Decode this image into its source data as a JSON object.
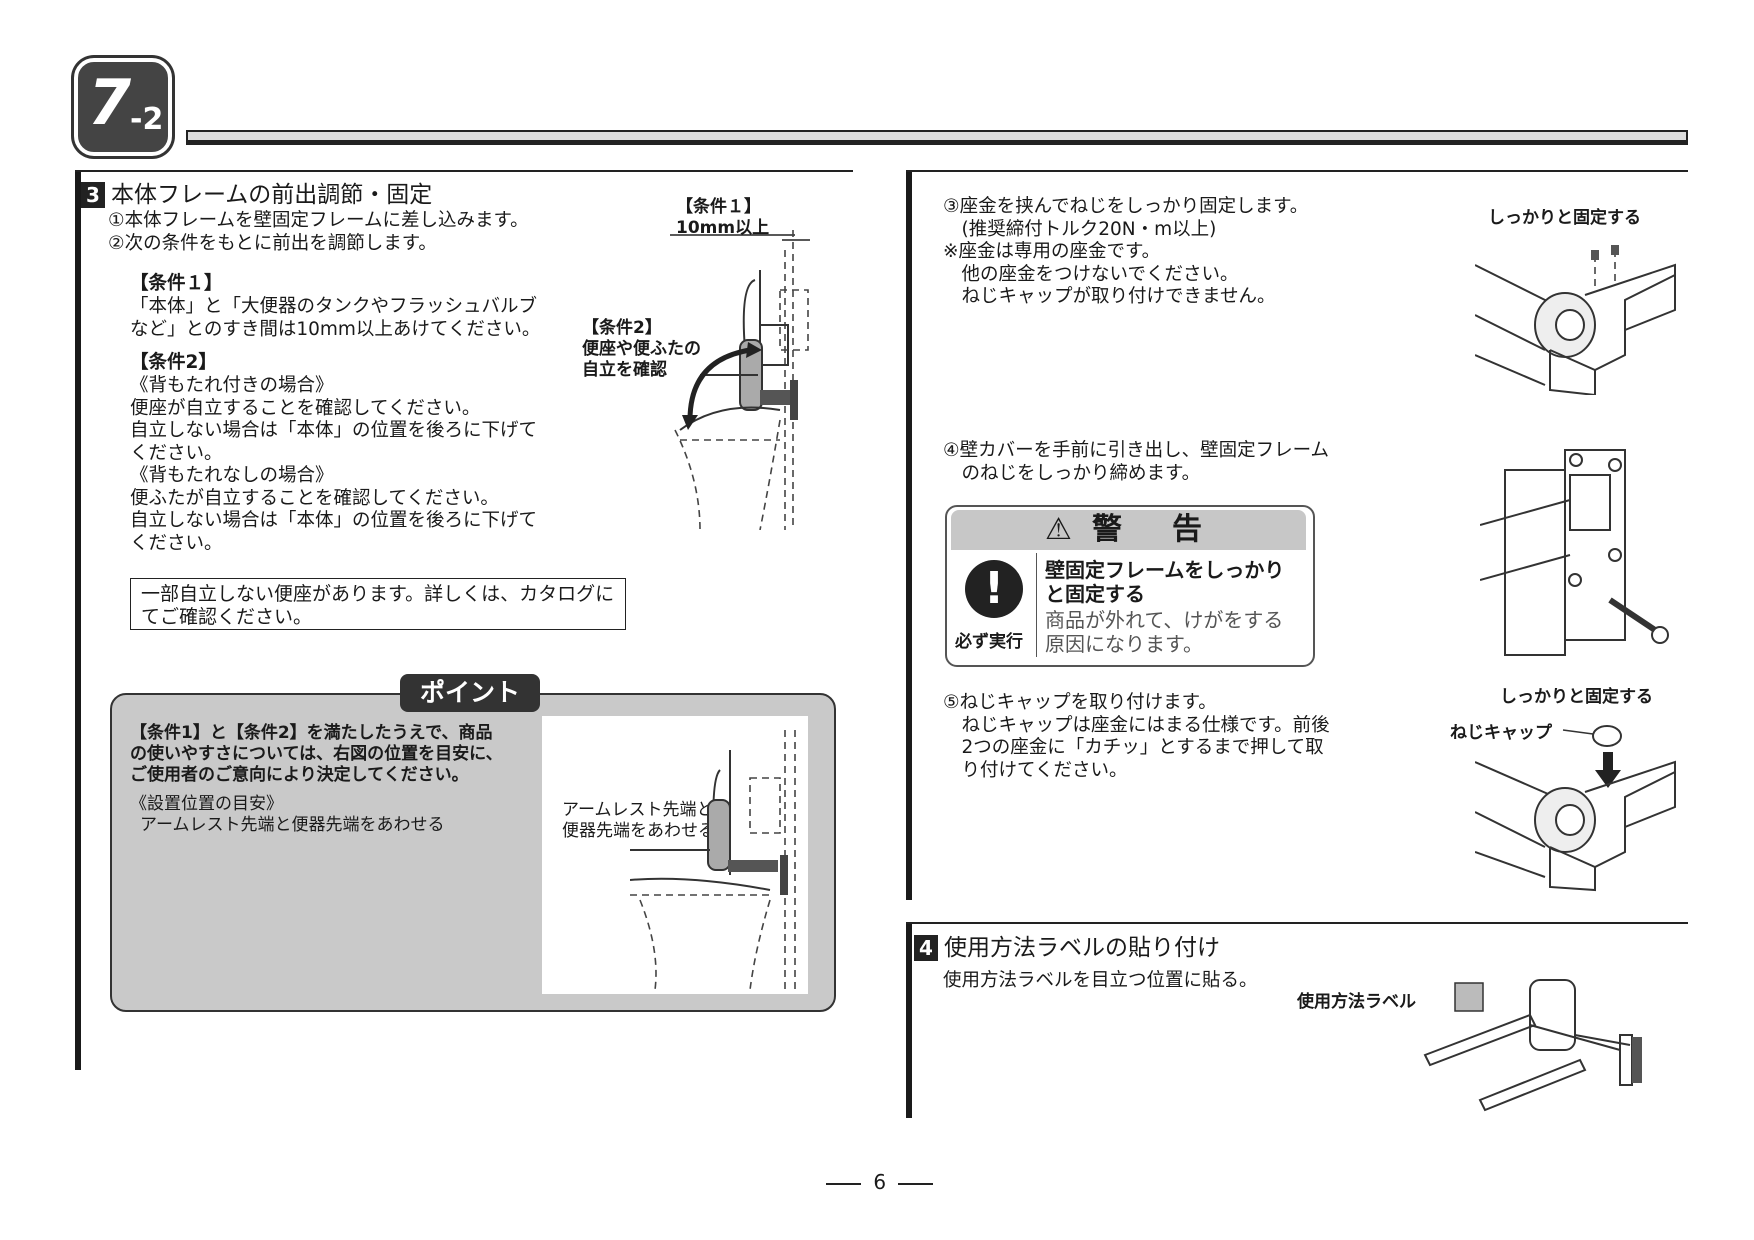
{
  "header": {
    "badge_num": "7",
    "badge_sub": "-2"
  },
  "sec3": {
    "num": "3",
    "title": "本体フレームの前出調節・固定",
    "steps": "①本体フレームを壁固定フレームに差し込みます。\n②次の条件をもとに前出を調節します。",
    "cond1_title": "【条件１】",
    "cond1_text": "「本体」と「大便器のタンクやフラッシュバルブ\nなど」とのすき間は10mm以上あけてください。",
    "cond2_title": "【条件2】",
    "cond2_text": "《背もたれ付きの場合》\n便座が自立することを確認してください。\n自立しない場合は「本体」の位置を後ろに下げて\nください。\n《背もたれなしの場合》\n便ふたが自立することを確認してください。\n自立しない場合は「本体」の位置を後ろに下げて\nください。",
    "note": "一部自立しない便座があります。詳しくは、カタログに\nてご確認ください。",
    "fig_label1": "【条件１】\n10mm以上",
    "fig_label2": "【条件2】\n便座や便ふたの\n自立を確認"
  },
  "point": {
    "tag": "ポイント",
    "text": "【条件1】と【条件2】を満たしたうえで、商品\nの使いやすさについては、右図の位置を目安に、\nご使用者のご意向により決定してください。",
    "guide_title": "《設置位置の目安》",
    "guide_text": "アームレスト先端と便器先端をあわせる",
    "fig_label": "アームレスト先端と\n便器先端をあわせる"
  },
  "step3": {
    "text": "③座金を挟んでねじをしっかり固定します。\n　(推奨締付トルク20N・m以上)\n※座金は専用の座金です。\n　他の座金をつけないでください。\n　ねじキャップが取り付けできません。",
    "fig_label": "しっかりと固定する"
  },
  "step4": {
    "text": "④壁カバーを手前に引き出し、壁固定フレーム\n　のねじをしっかり締めます。"
  },
  "warning": {
    "head": "警　告",
    "symbol_label": "必ず実行",
    "main": "壁固定フレームをしっかり\nと固定する",
    "sub": "商品が外れて、けがをする\n原因になります。"
  },
  "step5": {
    "text": "⑤ねじキャップを取り付けます。\n　ねじキャップは座金にはまる仕様です。前後\n　2つの座金に「カチッ」とするまで押して取\n　り付けてください。",
    "fig_label": "しっかりと固定する",
    "cap_label": "ねじキャップ"
  },
  "sec4": {
    "num": "4",
    "title": "使用方法ラベルの貼り付け",
    "text": "使用方法ラベルを目立つ位置に貼る。",
    "fig_label": "使用方法ラベル"
  },
  "page_number": "6"
}
